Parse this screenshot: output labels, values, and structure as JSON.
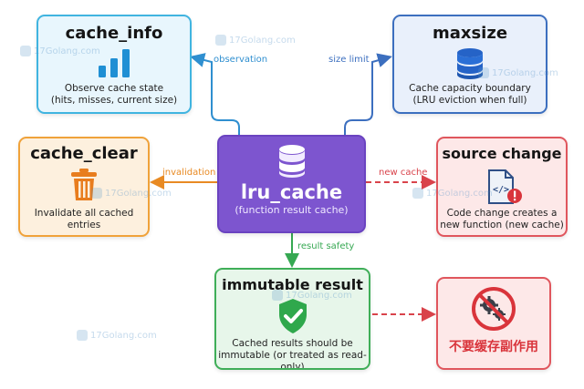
{
  "nodes": {
    "cache_info": {
      "title": "cache_info",
      "lines": [
        "Observe cache state",
        "(hits, misses, current size)"
      ],
      "icon": "bar-chart-icon"
    },
    "maxsize": {
      "title": "maxsize",
      "lines": [
        "Cache capacity boundary",
        "(LRU eviction when full)"
      ],
      "icon": "database-icon"
    },
    "cache_clear": {
      "title": "cache_clear",
      "lines": [
        "Invalidate all cached",
        "entries"
      ],
      "icon": "trash-icon"
    },
    "lru_cache": {
      "title": "lru_cache",
      "subtitle": "(function result cache)",
      "icon": "database-icon"
    },
    "source_change": {
      "title": "source change",
      "lines": [
        "Code change creates a",
        "new function (new cache)"
      ],
      "icon": "code-file-warning-icon"
    },
    "immutable": {
      "title": "immutable result",
      "lines": [
        "Cached results should be",
        "immutable (or treated as read-only)"
      ],
      "icon": "shield-check-icon"
    },
    "no_side_effects": {
      "label": "不要缓存副作用",
      "icon": "no-gears-icon"
    }
  },
  "edges": {
    "observation": "observation",
    "size_limit": "size limit",
    "invalidation": "invalidation",
    "new_cache": "new cache",
    "result_safety": "result safety"
  },
  "watermark": "17Golang.com",
  "colors": {
    "blue": "#2f9bd8",
    "navy": "#3c6fbf",
    "orange": "#f0a23a",
    "purple": "#7a4fcf",
    "red": "#d9434b",
    "green": "#36a852"
  }
}
